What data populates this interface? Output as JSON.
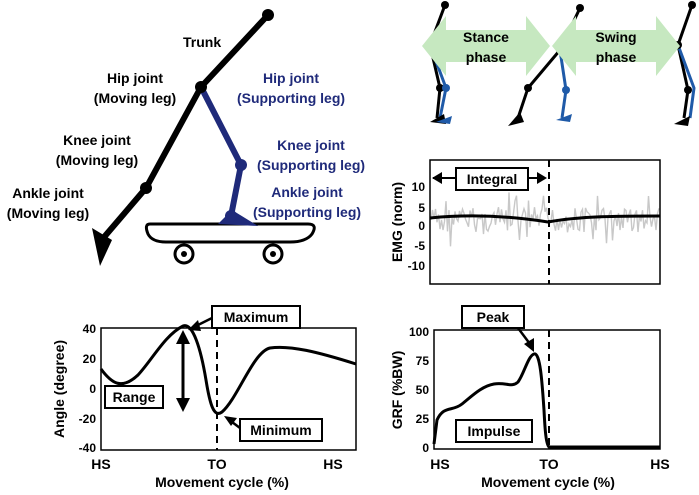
{
  "skater": {
    "trunk": "Trunk",
    "hip_moving": [
      "Hip joint",
      "(Moving leg)"
    ],
    "knee_moving": [
      "Knee joint",
      "(Moving leg)"
    ],
    "ankle_moving": [
      "Ankle joint",
      "(Moving leg)"
    ],
    "hip_support": [
      "Hip joint",
      "(Supporting leg)"
    ],
    "knee_support": [
      "Knee joint",
      "(Supporting leg)"
    ],
    "ankle_support": [
      "Ankle joint",
      "(Supporting leg)"
    ],
    "colors": {
      "moving": "#000000",
      "supporting": "#1f2a7a"
    }
  },
  "phases": {
    "stance": [
      "Stance",
      "phase"
    ],
    "swing": [
      "Swing",
      "phase"
    ],
    "arrow_color": "#c6e8c0"
  },
  "emg": {
    "ylabel": "EMG (norm)",
    "yticks": [
      "10",
      "5",
      "0",
      "-5",
      "-10"
    ],
    "integral_label": "Integral"
  },
  "angle": {
    "ylabel": "Angle (degree)",
    "yticks": [
      "40",
      "20",
      "0",
      "-20",
      "-40"
    ],
    "xticks": [
      "HS",
      "TO",
      "HS"
    ],
    "xlabel": "Movement cycle (%)",
    "maximum_label": "Maximum",
    "minimum_label": "Minimum",
    "range_label": "Range"
  },
  "grf": {
    "ylabel": "GRF (%BW)",
    "yticks": [
      "100",
      "75",
      "50",
      "25",
      "0"
    ],
    "xticks": [
      "HS",
      "TO",
      "HS"
    ],
    "xlabel": "Movement cycle (%)",
    "peak_label": "Peak",
    "impulse_label": "Impulse"
  }
}
